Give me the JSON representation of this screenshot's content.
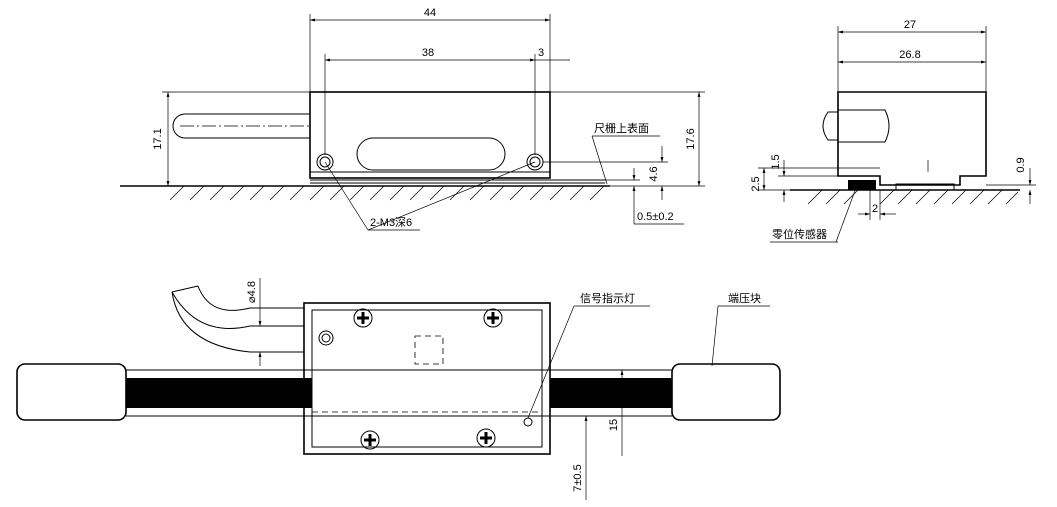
{
  "dimensions": {
    "total_length": "44",
    "hole_spacing": "38",
    "hole_edge_offset": "3",
    "cable_height": "17.1",
    "body_height": "17.6",
    "hole_height": "4.6",
    "gap_tolerance": "0.5±0.2",
    "side_width": "27",
    "side_inner_width": "26.8",
    "side_height_a": "1.5",
    "side_height_b": "2.5",
    "side_offset": "0.9",
    "sensor_offset": "2",
    "cable_diameter": "⌀4.8",
    "scale_width": "15",
    "scale_offset": "7±0.5"
  },
  "labels": {
    "scale_surface": "尺栅上表面",
    "mount_holes": "2-M3深6",
    "zero_sensor": "零位传感器",
    "signal_led": "信号指示灯",
    "end_clamp": "端压块"
  }
}
